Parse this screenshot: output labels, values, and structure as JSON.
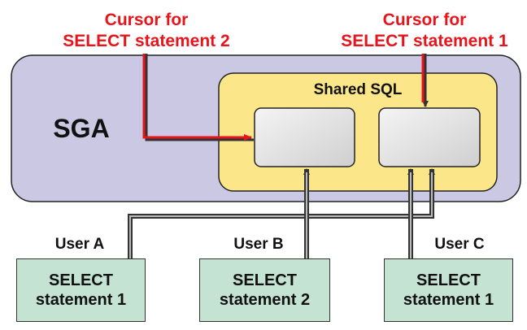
{
  "cursor_labels": {
    "stmt2": [
      "Cursor for",
      "SELECT statement 2"
    ],
    "stmt1": [
      "Cursor for",
      "SELECT statement 1"
    ]
  },
  "sga": {
    "label": "SGA"
  },
  "shared_sql": {
    "label": "Shared SQL"
  },
  "users": [
    {
      "label": "User A",
      "statement": [
        "SELECT",
        "statement 1"
      ]
    },
    {
      "label": "User B",
      "statement": [
        "SELECT",
        "statement 2"
      ]
    },
    {
      "label": "User C",
      "statement": [
        "SELECT",
        "statement 1"
      ]
    }
  ],
  "colors": {
    "sga": "#cbc8e3",
    "shared_sql": "#fbe68a",
    "user_box": "#c5e3d3",
    "cursor_arrow": "#e8141b"
  }
}
